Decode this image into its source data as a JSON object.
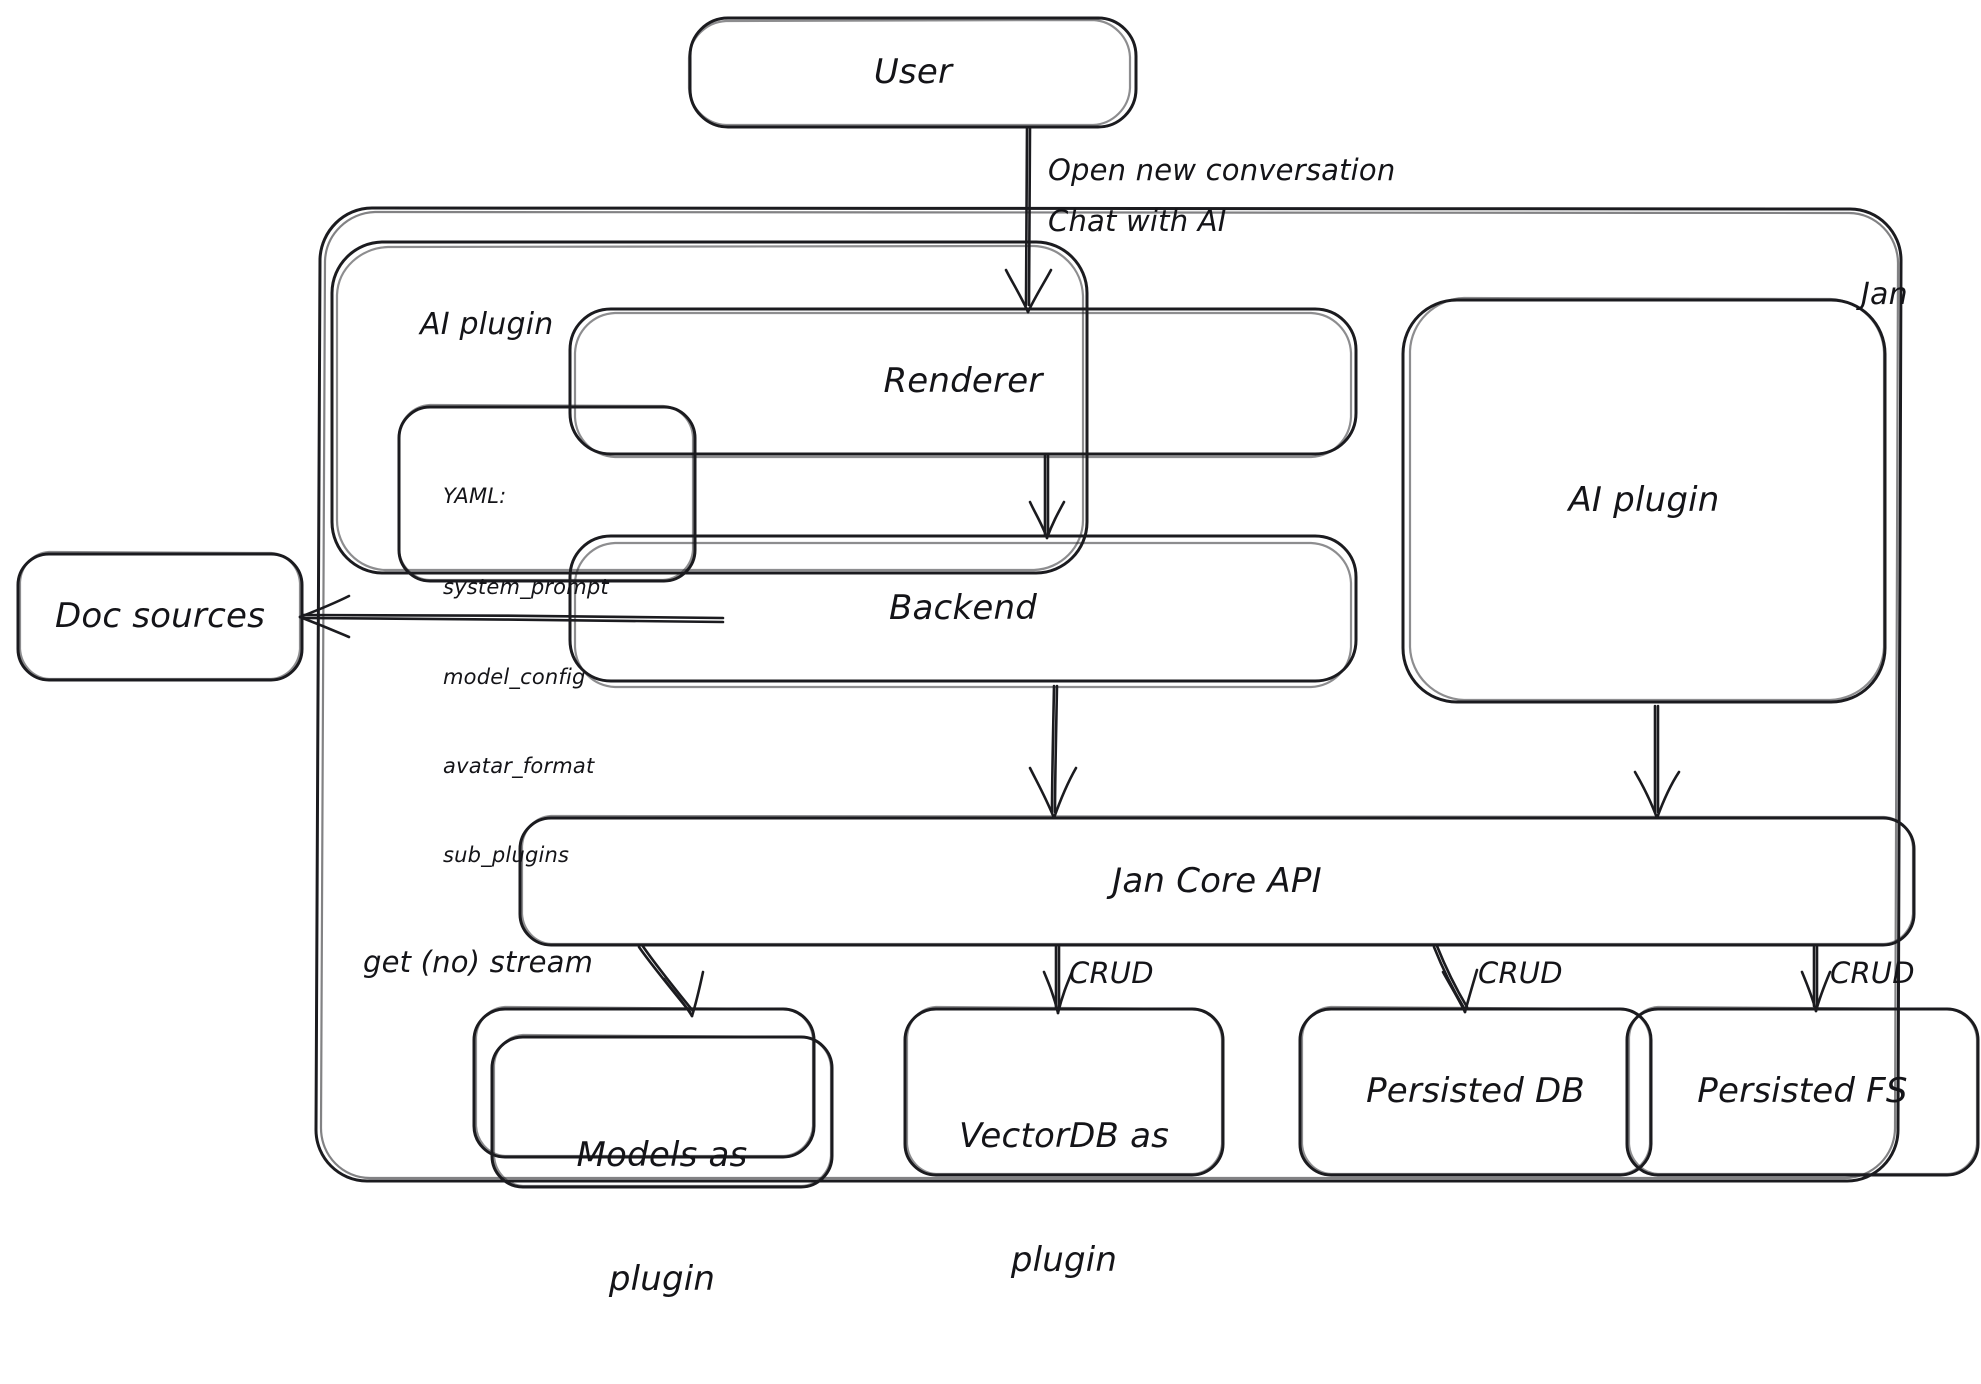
{
  "diagram": {
    "title": "Jan architecture",
    "style": "hand-drawn sketch",
    "stroke_color": "#1b1b1f",
    "background_color": "#ffffff"
  },
  "containers": {
    "jan": {
      "label": "Jan"
    },
    "ai_plugin_group": {
      "label": "AI plugin"
    }
  },
  "nodes": {
    "user": {
      "label": "User"
    },
    "renderer": {
      "label": "Renderer"
    },
    "backend": {
      "label": "Backend"
    },
    "ai_plugin": {
      "label": "AI plugin"
    },
    "jan_core_api": {
      "label": "Jan Core API"
    },
    "doc_sources": {
      "label": "Doc sources"
    },
    "models_plugin": {
      "label_line1": "Models as",
      "label_line2": "plugin"
    },
    "vectordb_plugin": {
      "label_line1": "VectorDB as",
      "label_line2": "plugin"
    },
    "persisted_db": {
      "label": "Persisted DB"
    },
    "persisted_fs": {
      "label": "Persisted FS"
    }
  },
  "yaml_card": {
    "heading": "YAML:",
    "keys": [
      "system_prompt",
      "model_config",
      "avatar_format",
      "sub_plugins"
    ]
  },
  "edges": [
    {
      "from": "user",
      "to": "renderer",
      "label_line1": "Open new conversation",
      "label_line2": "Chat with AI"
    },
    {
      "from": "renderer",
      "to": "backend",
      "label": ""
    },
    {
      "from": "backend",
      "to": "doc_sources",
      "label": ""
    },
    {
      "from": "backend",
      "to": "jan_core_api",
      "label": ""
    },
    {
      "from": "ai_plugin",
      "to": "jan_core_api",
      "label": ""
    },
    {
      "from": "jan_core_api",
      "to": "models_plugin",
      "label": "get (no) stream"
    },
    {
      "from": "jan_core_api",
      "to": "vectordb_plugin",
      "label": "CRUD"
    },
    {
      "from": "jan_core_api",
      "to": "persisted_db",
      "label": "CRUD"
    },
    {
      "from": "jan_core_api",
      "to": "persisted_fs",
      "label": "CRUD"
    }
  ],
  "edge_labels": {
    "user_to_renderer_1": "Open new conversation",
    "user_to_renderer_2": "Chat with AI",
    "get_no_stream": "get (no) stream",
    "crud_vectordb": "CRUD",
    "crud_persisted_db": "CRUD",
    "crud_persisted_fs": "CRUD"
  }
}
